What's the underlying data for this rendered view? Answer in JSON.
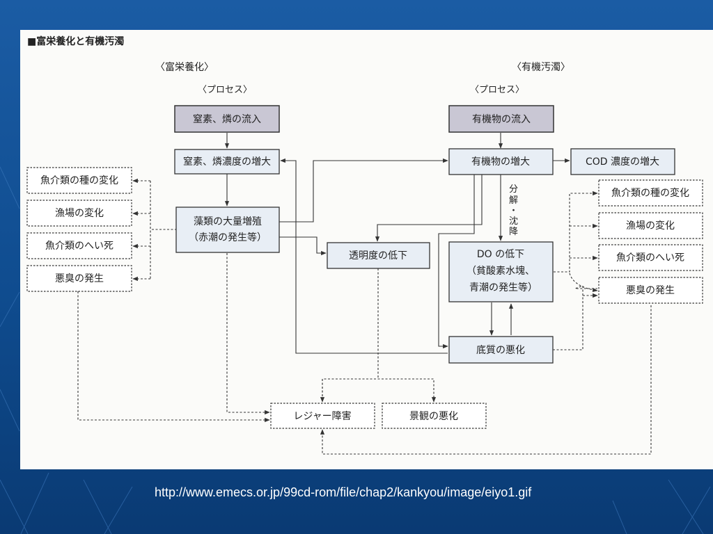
{
  "title": "■富栄養化と有機汚濁",
  "left_heading": "〈富栄養化〉",
  "right_heading": "〈有機汚濁〉",
  "process_label": "〈プロセス〉",
  "boxes": {
    "n_p_inflow": "窒素、燐の流入",
    "n_p_increase": "窒素、燐濃度の増大",
    "algae_line1": "藻類の大量増殖",
    "algae_line2": "（赤潮の発生等）",
    "transparency": "透明度の低下",
    "organic_inflow": "有機物の流入",
    "organic_increase": "有機物の増大",
    "cod": "COD 濃度の増大",
    "do_line1": "DO の低下",
    "do_line2": "（貧酸素水塊、",
    "do_line3": "青潮の発生等）",
    "sediment": "底質の悪化",
    "leisure": "レジャー障害",
    "scenery": "景観の悪化"
  },
  "effects_left": [
    "魚介類の種の変化",
    "漁場の変化",
    "魚介類のへい死",
    "悪臭の発生"
  ],
  "effects_right": [
    "魚介類の種の変化",
    "漁場の変化",
    "魚介類のへい死",
    "悪臭の発生"
  ],
  "decompose_chars": [
    "分",
    "解",
    "・",
    "沈",
    "降"
  ],
  "source_url": "http://www.emecs.or.jp/99cd-rom/file/chap2/kankyou/image/eiyo1.gif"
}
